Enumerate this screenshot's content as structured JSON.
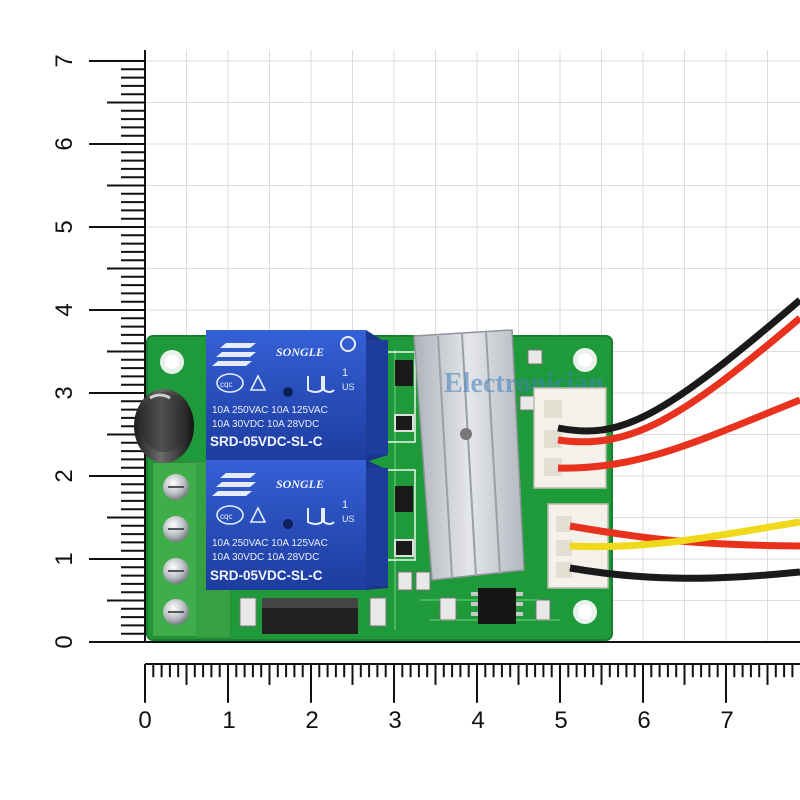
{
  "ruler": {
    "x_labels": [
      "0",
      "1",
      "2",
      "3",
      "4",
      "5",
      "6",
      "7"
    ],
    "y_labels": [
      "0",
      "1",
      "2",
      "3",
      "4",
      "5",
      "6",
      "7"
    ]
  },
  "relays": [
    {
      "brand": "SONGLE",
      "pin": "1",
      "cert": "US",
      "spec1": "10A 250VAC  10A 125VAC",
      "spec2": "10A  30VDC  10A  28VDC",
      "model": "SRD-05VDC-SL-C"
    },
    {
      "brand": "SONGLE",
      "pin": "1",
      "cert": "US",
      "spec1": "10A 250VAC  10A 125VAC",
      "spec2": "10A  30VDC  10A  28VDC",
      "model": "SRD-05VDC-SL-C"
    }
  ],
  "watermark": "Electronician",
  "colors": {
    "pcb": "#1f9a3a",
    "relay": "#2546b8",
    "terminal": "#3fae4a",
    "heatsink": "#c9ccd2",
    "wire_red": "#e8321e",
    "wire_black": "#1a1a1a",
    "wire_yellow": "#f0d81a"
  }
}
